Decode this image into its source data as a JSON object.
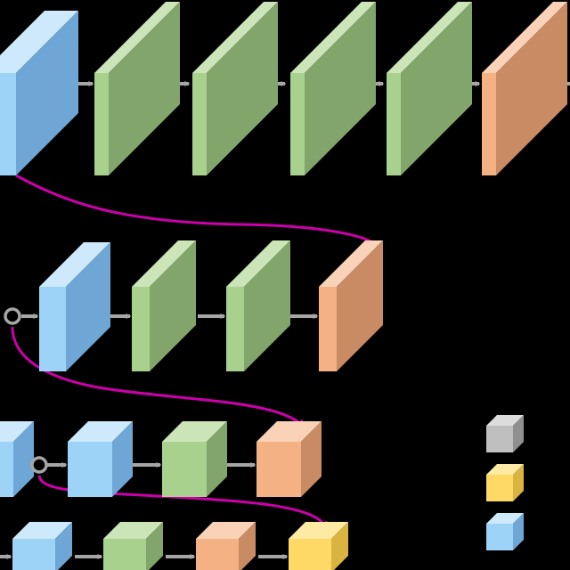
{
  "background": "#000000",
  "colors": {
    "blue": {
      "front": "#9dd3f7",
      "side": "#6ea6d6",
      "top": "#cde9fb"
    },
    "green": {
      "front": "#a9d18e",
      "side": "#82a56b",
      "top": "#cbe5b8"
    },
    "orange": {
      "front": "#f4b183",
      "side": "#c98b63",
      "top": "#f9d2b8"
    },
    "gray": {
      "front": "#bfbfbf",
      "side": "#8f8f8f",
      "top": "#dcdcdc"
    },
    "yellow": {
      "front": "#ffd966",
      "side": "#d9b440",
      "top": "#ffeaa3"
    },
    "arrow": "#a6a6a6",
    "skip": "#cc00aa"
  },
  "rows": [
    {
      "name": "row-1",
      "blocks": [
        "blue",
        "green",
        "green",
        "green",
        "green",
        "orange"
      ]
    },
    {
      "name": "row-2",
      "blocks": [
        "blue",
        "green",
        "green",
        "orange"
      ]
    },
    {
      "name": "row-3",
      "blocks": [
        "blue",
        "blue",
        "green",
        "orange"
      ]
    },
    {
      "name": "row-4",
      "blocks": [
        "blue",
        "green",
        "orange",
        "yellow"
      ]
    }
  ],
  "legend": [
    {
      "color": "gray"
    },
    {
      "color": "yellow"
    },
    {
      "color": "blue"
    }
  ],
  "icons": {
    "merge_node": "merge-circle-icon",
    "arrow": "arrow-right-icon"
  }
}
